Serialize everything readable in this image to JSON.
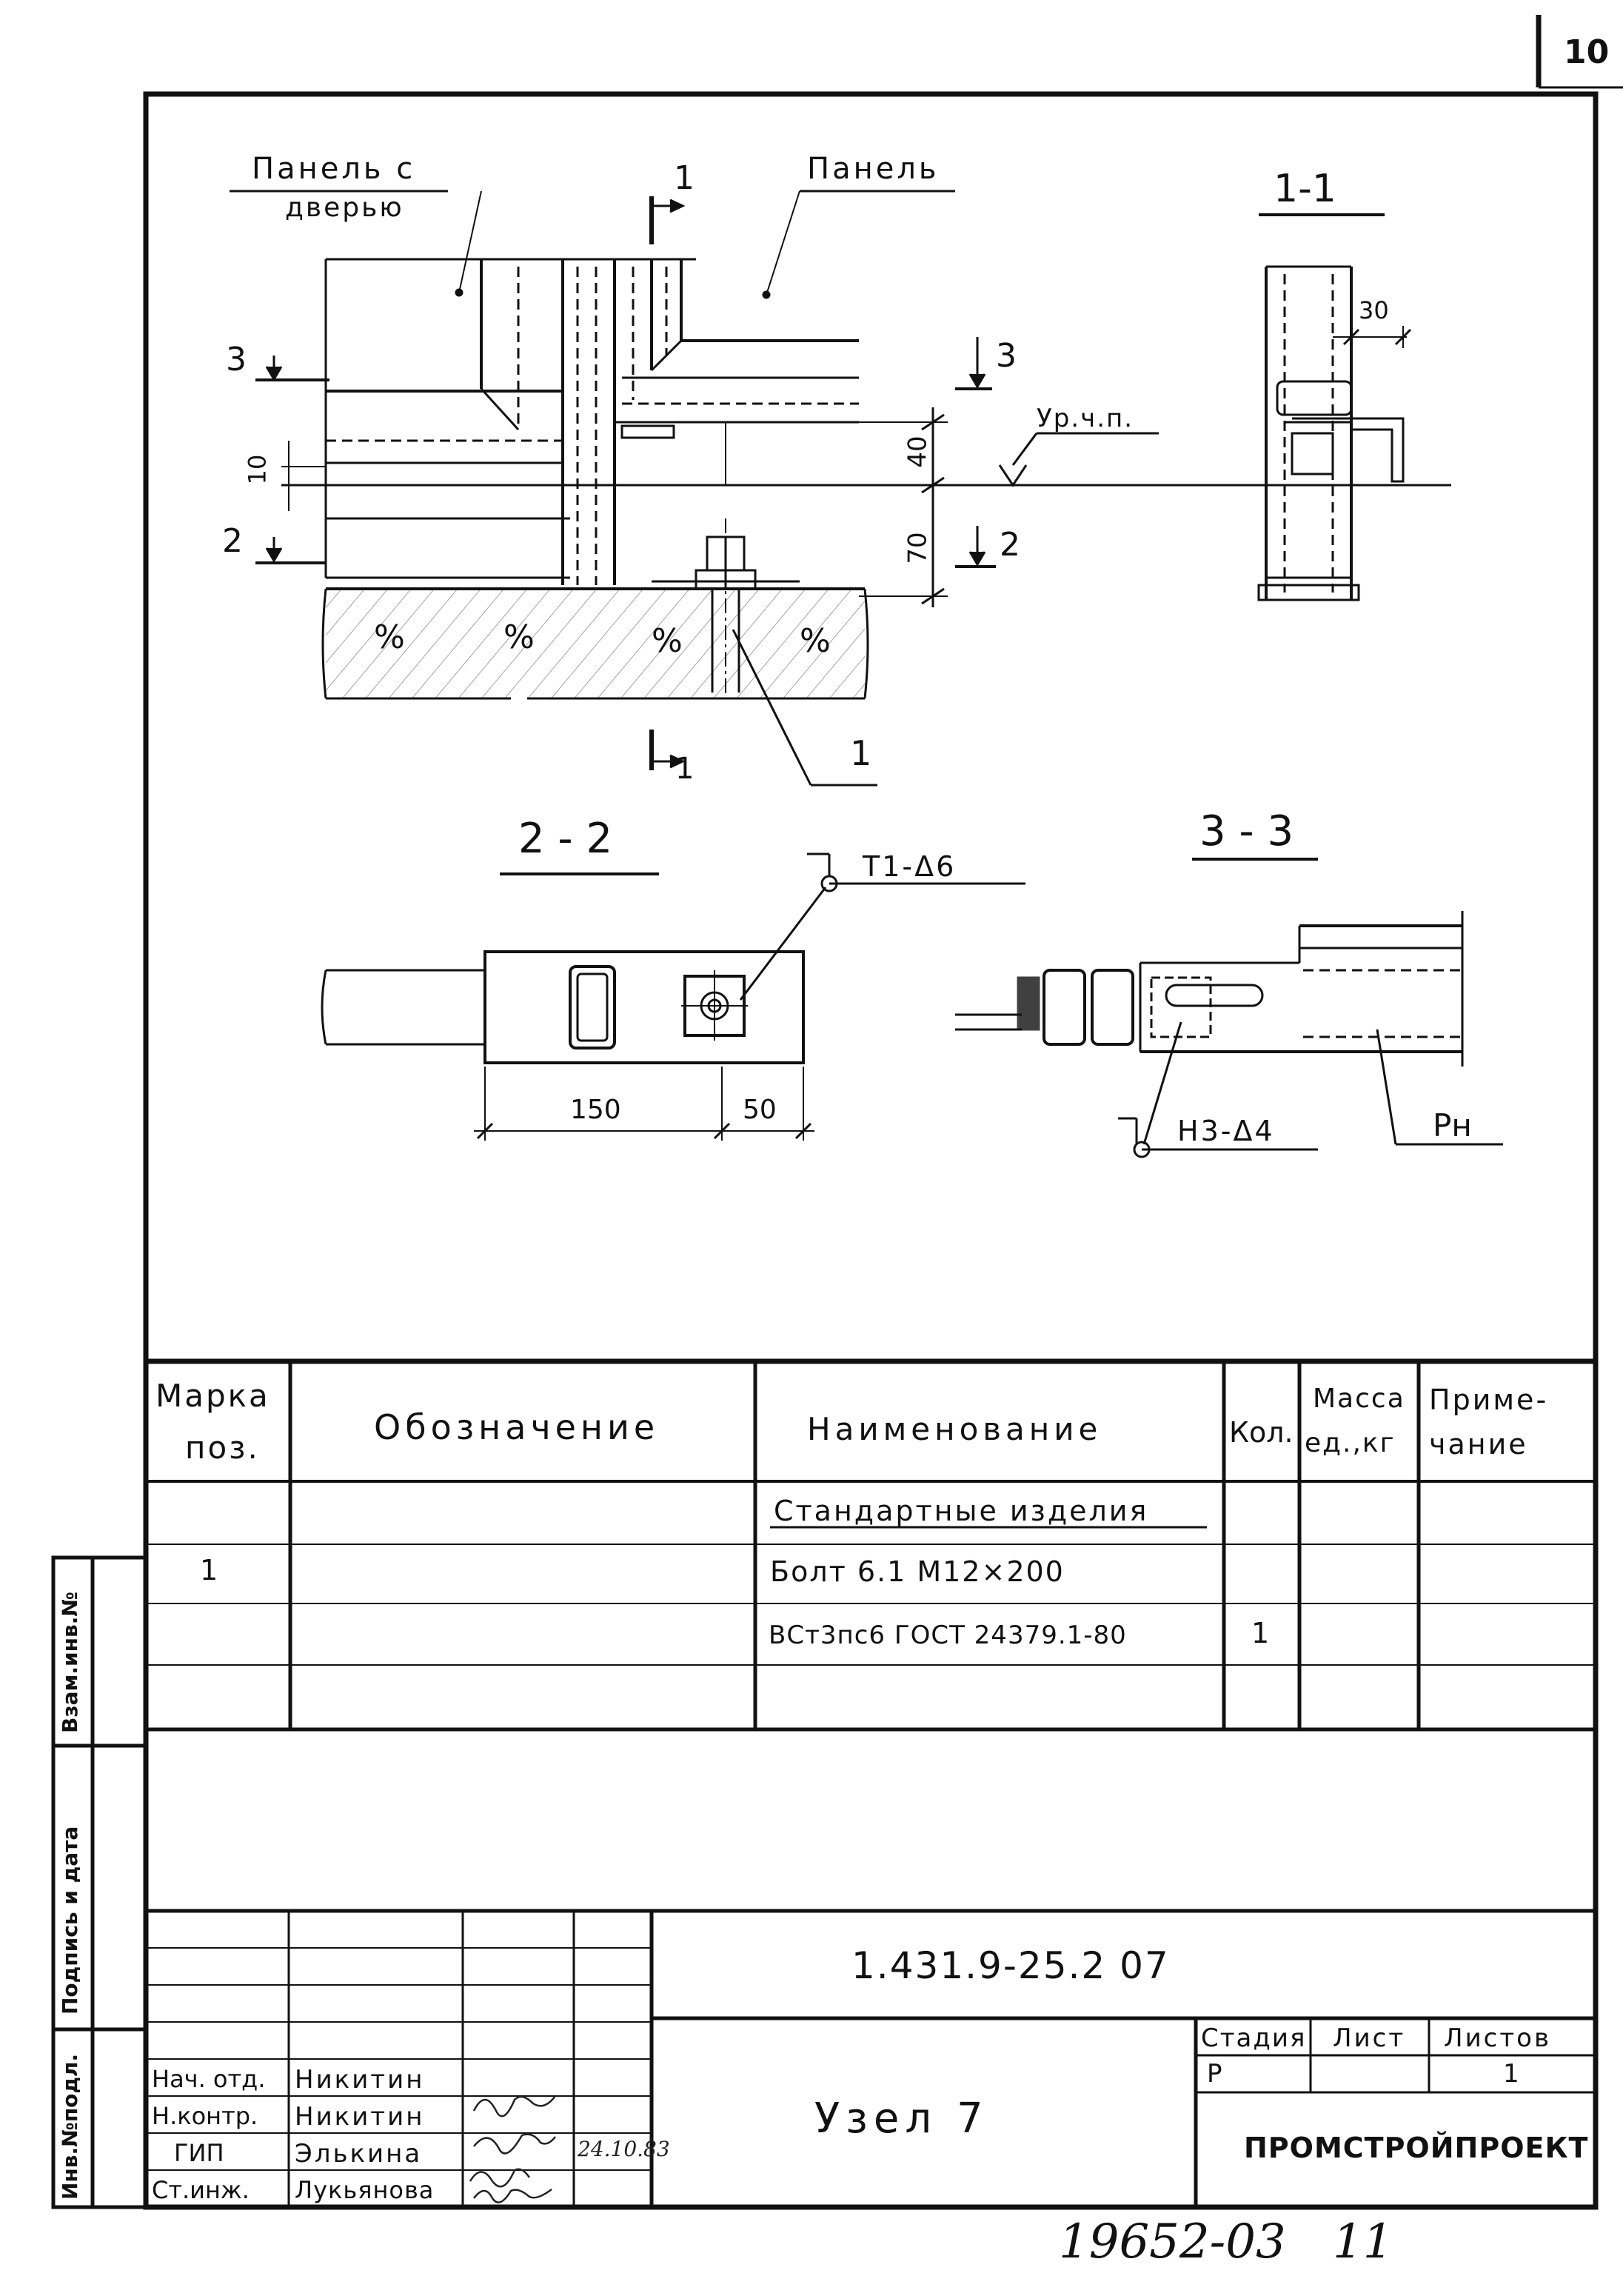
{
  "sheet": {
    "page_number": "10",
    "footer_number": "19652-03",
    "footer_sheet": "11"
  },
  "drawing": {
    "label_panel_door_1": "Панель с",
    "label_panel_door_2": "дверью",
    "label_panel": "Панель",
    "section_mark_1": "1",
    "section_mark_3": "3",
    "section_mark_2": "2",
    "level_label": "Ур.ч.п.",
    "dim_10": "10",
    "dim_40": "40",
    "dim_70": "70",
    "dim_30": "30",
    "leader_1": "1",
    "title_1_1": "1-1",
    "title_2_2": "2 - 2",
    "title_3_3": "3 - 3",
    "weld_t1": "Т1-Δ6",
    "weld_n3": "Н3-Δ4",
    "label_rn": "Рн",
    "dim_150": "150",
    "dim_50": "50",
    "hatch_mark": "%"
  },
  "spec_table": {
    "headers": {
      "mark_1": "Марка",
      "mark_2": "поз.",
      "designation": "Обозначение",
      "name": "Наименование",
      "qty": "Кол.",
      "mass_1": "Масса",
      "mass_2": "ед.,кг",
      "note_1": "Приме-",
      "note_2": "чание"
    },
    "section_title": "Стандартные изделия",
    "rows": [
      {
        "mark": "1",
        "name": "Болт 6.1 М12×200",
        "qty": ""
      },
      {
        "mark": "",
        "name": "ВСт3пс6 ГОСТ 24379.1-80",
        "qty": "1"
      }
    ]
  },
  "side_stamp": {
    "inv_orig": "Инв.№подл.",
    "sign_date": "Подпись и дата",
    "replaces": "Взам.инв.№"
  },
  "title_block": {
    "code": "1.431.9-25.2 07",
    "title": "Узел 7",
    "stage_label": "Стадия",
    "sheet_label": "Лист",
    "sheets_label": "Листов",
    "stage_value": "Р",
    "sheet_value": "",
    "sheets_value": "1",
    "organization": "ПРОМСТРОЙПРОЕКТ",
    "people": [
      {
        "role": "Нач. отд.",
        "name": "Никитин",
        "date": ""
      },
      {
        "role": "Н.контр.",
        "name": "Никитин",
        "date": ""
      },
      {
        "role": "ГИП",
        "name": "Элькина",
        "date": "24.10.83"
      },
      {
        "role": "Ст.инж.",
        "name": "Лукьянова",
        "date": ""
      }
    ]
  }
}
